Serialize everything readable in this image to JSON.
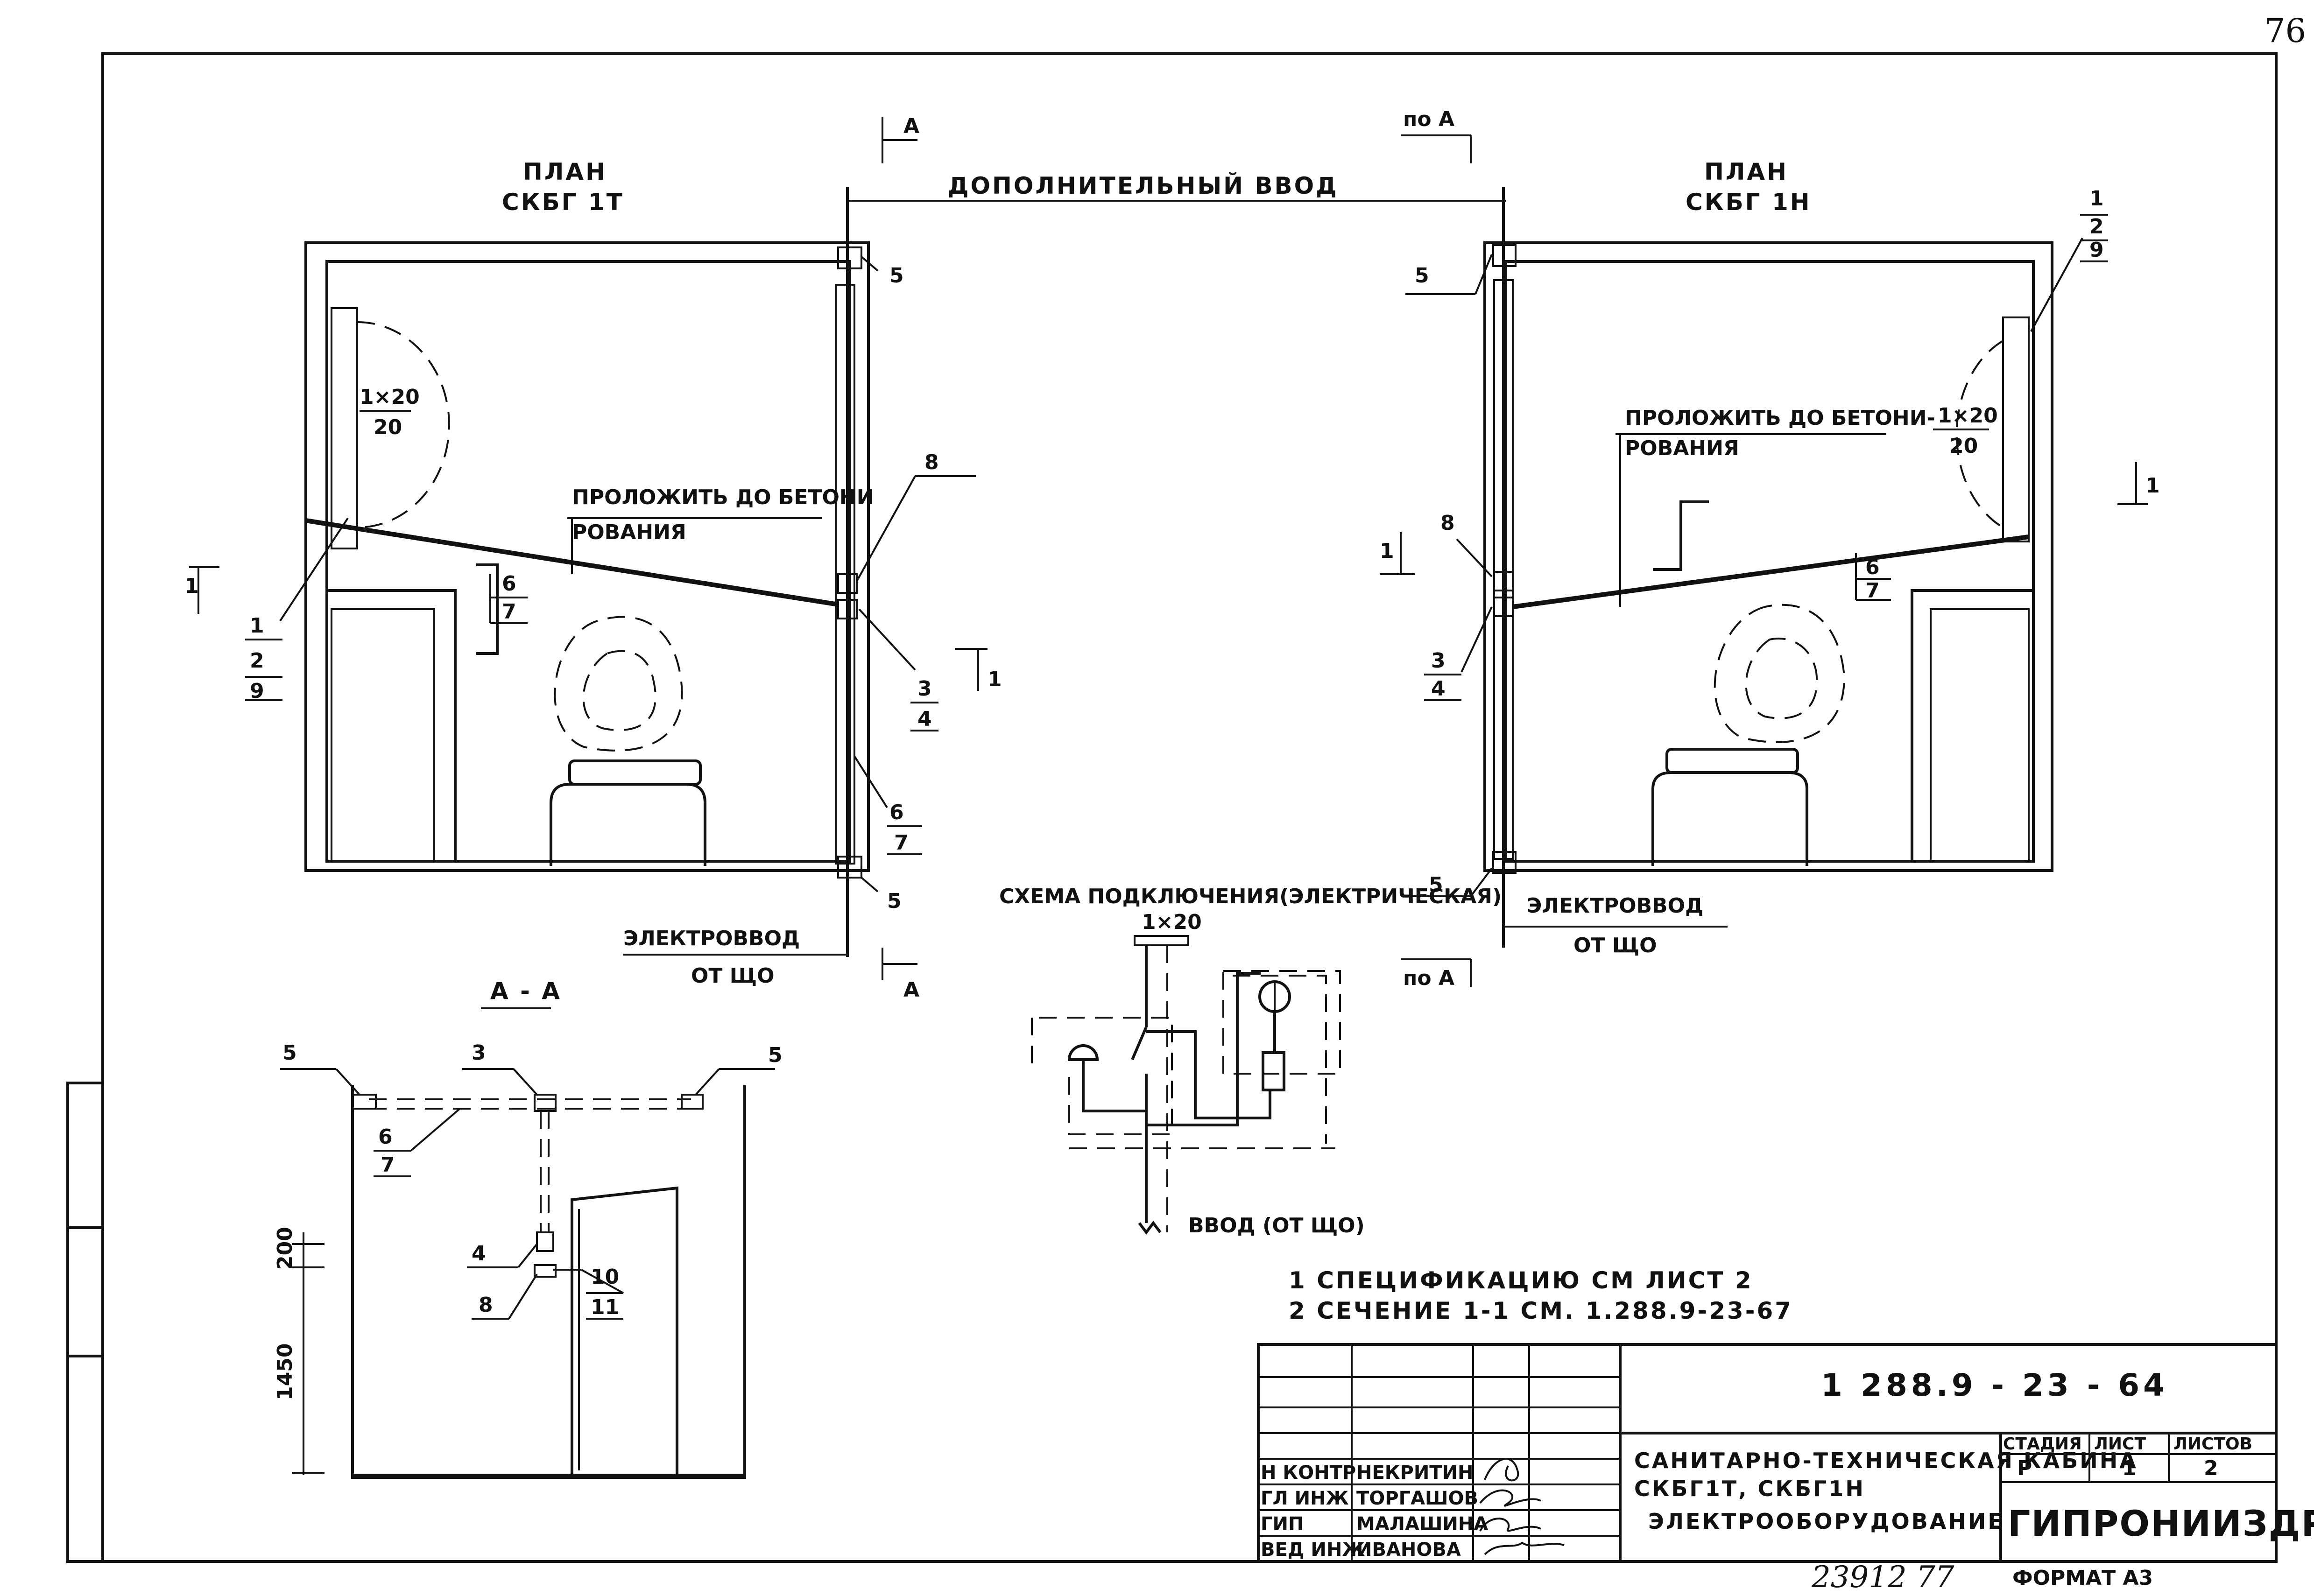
{
  "page_number": "76",
  "plan_left": {
    "heading": "ПЛАН",
    "name": "СКБГ 1Т"
  },
  "plan_right": {
    "heading": "ПЛАН",
    "name": "СКБГ 1Н"
  },
  "extra_input_label": "ДОПОЛНИТЕЛЬНЫЙ ВВОД",
  "section_marks": {
    "a": "А",
    "po_a": "по А",
    "one": "1"
  },
  "lay_note": {
    "line1": "ПРОЛОЖИТЬ ДО БЕТОНИ",
    "line2": "РОВАНИЯ"
  },
  "lay_note_right": {
    "line1": "ПРОЛОЖИТЬ ДО БЕТОНИ-",
    "line2": "РОВАНИЯ"
  },
  "lamp_label": {
    "top": "1×20",
    "bottom": "20"
  },
  "electro_input": {
    "line1": "ЭЛЕКТРОВВОД",
    "line2": "ОТ ЩО"
  },
  "section_title": "А - А",
  "dims": {
    "d200": "200",
    "d1450": "1450"
  },
  "callouts": {
    "n1": "1",
    "n2": "2",
    "n3": "3",
    "n4": "4",
    "n5": "5",
    "n6": "6",
    "n7": "7",
    "n8": "8",
    "n9": "9",
    "n10": "10",
    "n11": "11"
  },
  "scheme": {
    "title": "СХЕМА ПОДКЛЮЧЕНИЯ(ЭЛЕКТРИЧЕСКАЯ)",
    "lamp": "1×20",
    "input": "ВВОД (ОТ ЩО)"
  },
  "notes": {
    "n1": "1 СПЕЦИФИКАЦИЮ   СМ ЛИСТ 2",
    "n2": "2 СЕЧЕНИЕ 1-1 СМ. 1.288.9-23-67"
  },
  "title_block": {
    "doc_code": "1 288.9 - 23 - 64",
    "description": [
      "САНИТАРНО-ТЕХНИЧЕСКАЯ КАБИНА",
      "СКБГ1Т, СКБГ1Н",
      "ЭЛЕКТРООБОРУДОВАНИЕ"
    ],
    "stage_header": "СТАДИЯ",
    "sheet_header": "ЛИСТ",
    "sheets_header": "ЛИСТОВ",
    "stage": "Р",
    "sheet": "1",
    "sheets": "2",
    "org": "ГИПРОНИИЗДРАВ",
    "people": [
      {
        "role": "Н КОНТР",
        "name": "НЕКРИТИН"
      },
      {
        "role": "ГЛ ИНЖ",
        "name": "ТОРГАШОВ"
      },
      {
        "role": "ГИП",
        "name": "МАЛАШИНА"
      },
      {
        "role": "ВЕД ИНЖ",
        "name": "ИВАНОВА"
      }
    ],
    "format": "ФОРМАТ А3",
    "inv_number": "23912  77"
  }
}
